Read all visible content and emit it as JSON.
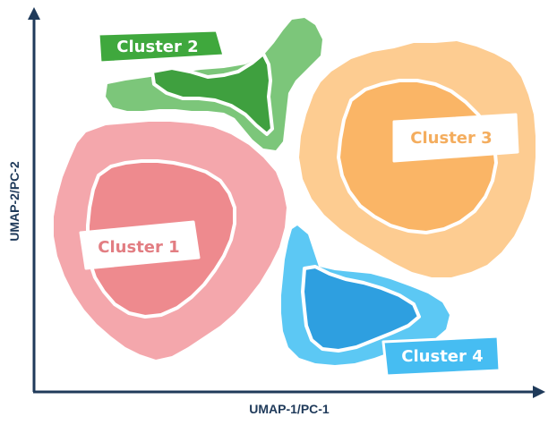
{
  "axes": {
    "x_label": "UMAP-1/PC-1",
    "y_label": "UMAP-2/PC-2",
    "color": "#1f3a5a"
  },
  "clusters": [
    {
      "id": "cluster-1",
      "label": "Cluster 1",
      "outer": "#f4a7ac",
      "inner": "#ee8a8e",
      "text": "#e27d82",
      "label_fill": "#ffffff",
      "label_text": "#e27d82"
    },
    {
      "id": "cluster-2",
      "label": "Cluster 2",
      "outer": "#7cc67a",
      "inner": "#3fa03f",
      "text": "#ffffff",
      "label_fill": "#3fa83d",
      "label_text": "#ffffff"
    },
    {
      "id": "cluster-3",
      "label": "Cluster 3",
      "outer": "#fdcc91",
      "inner": "#fab566",
      "text": "#fab566",
      "label_fill": "#ffffff",
      "label_text": "#f4ad5e"
    },
    {
      "id": "cluster-4",
      "label": "Cluster 4",
      "outer": "#5cc8f4",
      "inner": "#2e9fe0",
      "text": "#ffffff",
      "label_fill": "#46bdf2",
      "label_text": "#ffffff"
    }
  ]
}
